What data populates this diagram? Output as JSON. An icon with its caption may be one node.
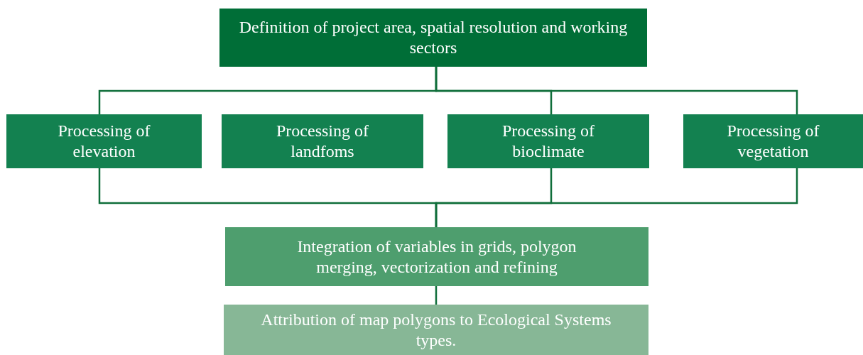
{
  "diagram": {
    "nodes": [
      {
        "text": [
          "Definition of project area, spatial resolution and working sectors"
        ]
      },
      {
        "text": [
          "Processing of elevation"
        ]
      },
      {
        "text": [
          "Processing of landfoms"
        ]
      },
      {
        "text": [
          "Processing of bioclimate"
        ]
      },
      {
        "text": [
          "Processing of vegetation"
        ]
      },
      {
        "text": [
          "Integration of variables in grids, polygon merging, vectorization and refining"
        ]
      },
      {
        "text": [
          "Attribution of map polygons to Ecological Systems types."
        ]
      }
    ],
    "edges": [
      {
        "from": 0,
        "to": 1,
        "arrow": "none"
      },
      {
        "from": 0,
        "to": 3,
        "arrow": "none"
      },
      {
        "from": 0,
        "to": 4,
        "arrow": "none"
      },
      {
        "from": 1,
        "to": 5,
        "arrow": "none"
      },
      {
        "from": 3,
        "to": 5,
        "arrow": "none"
      },
      {
        "from": 4,
        "to": 5,
        "arrow": "none"
      },
      {
        "from": 5,
        "to": 6,
        "arrow": "none"
      }
    ]
  }
}
